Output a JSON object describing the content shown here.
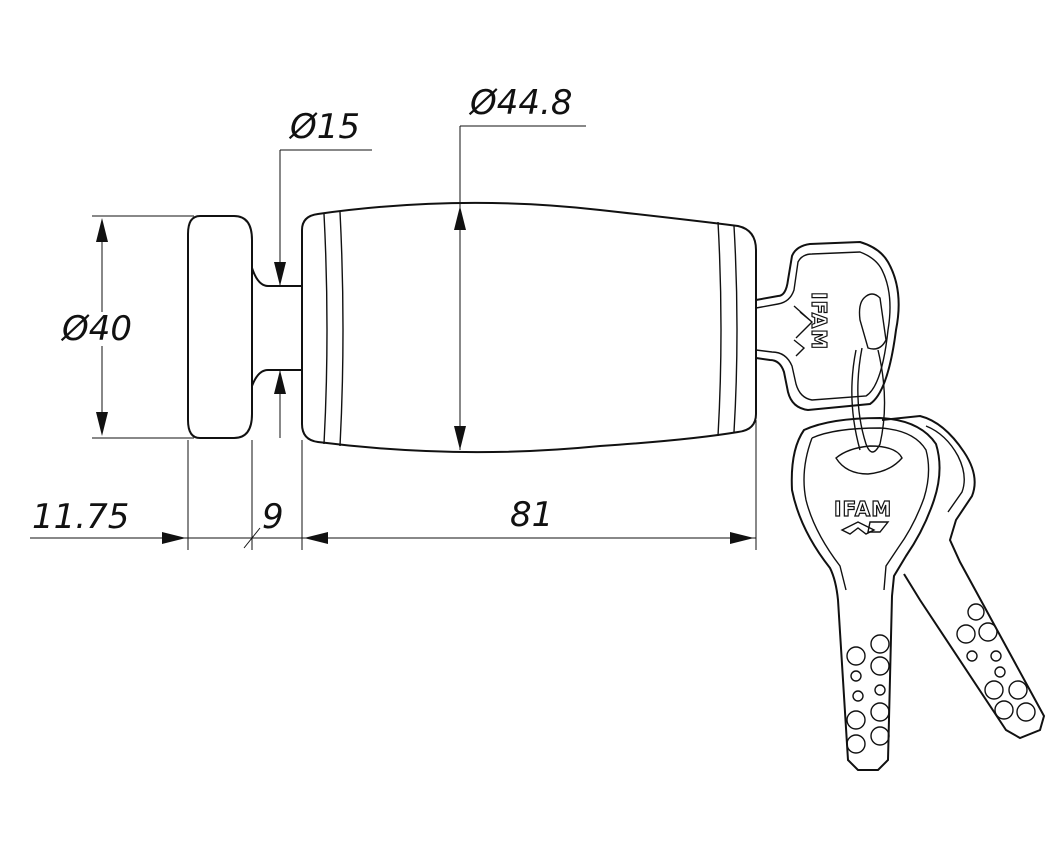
{
  "dimensions": {
    "d_shaft": "Ø15",
    "d_body": "Ø44.8",
    "d_head": "Ø40",
    "len_head": "11.75",
    "len_neck": "9",
    "len_body": "81"
  },
  "brand": {
    "key_top": "IFAM",
    "key_front": "IFAM"
  },
  "colors": {
    "line": "#111111",
    "background": "#ffffff"
  }
}
